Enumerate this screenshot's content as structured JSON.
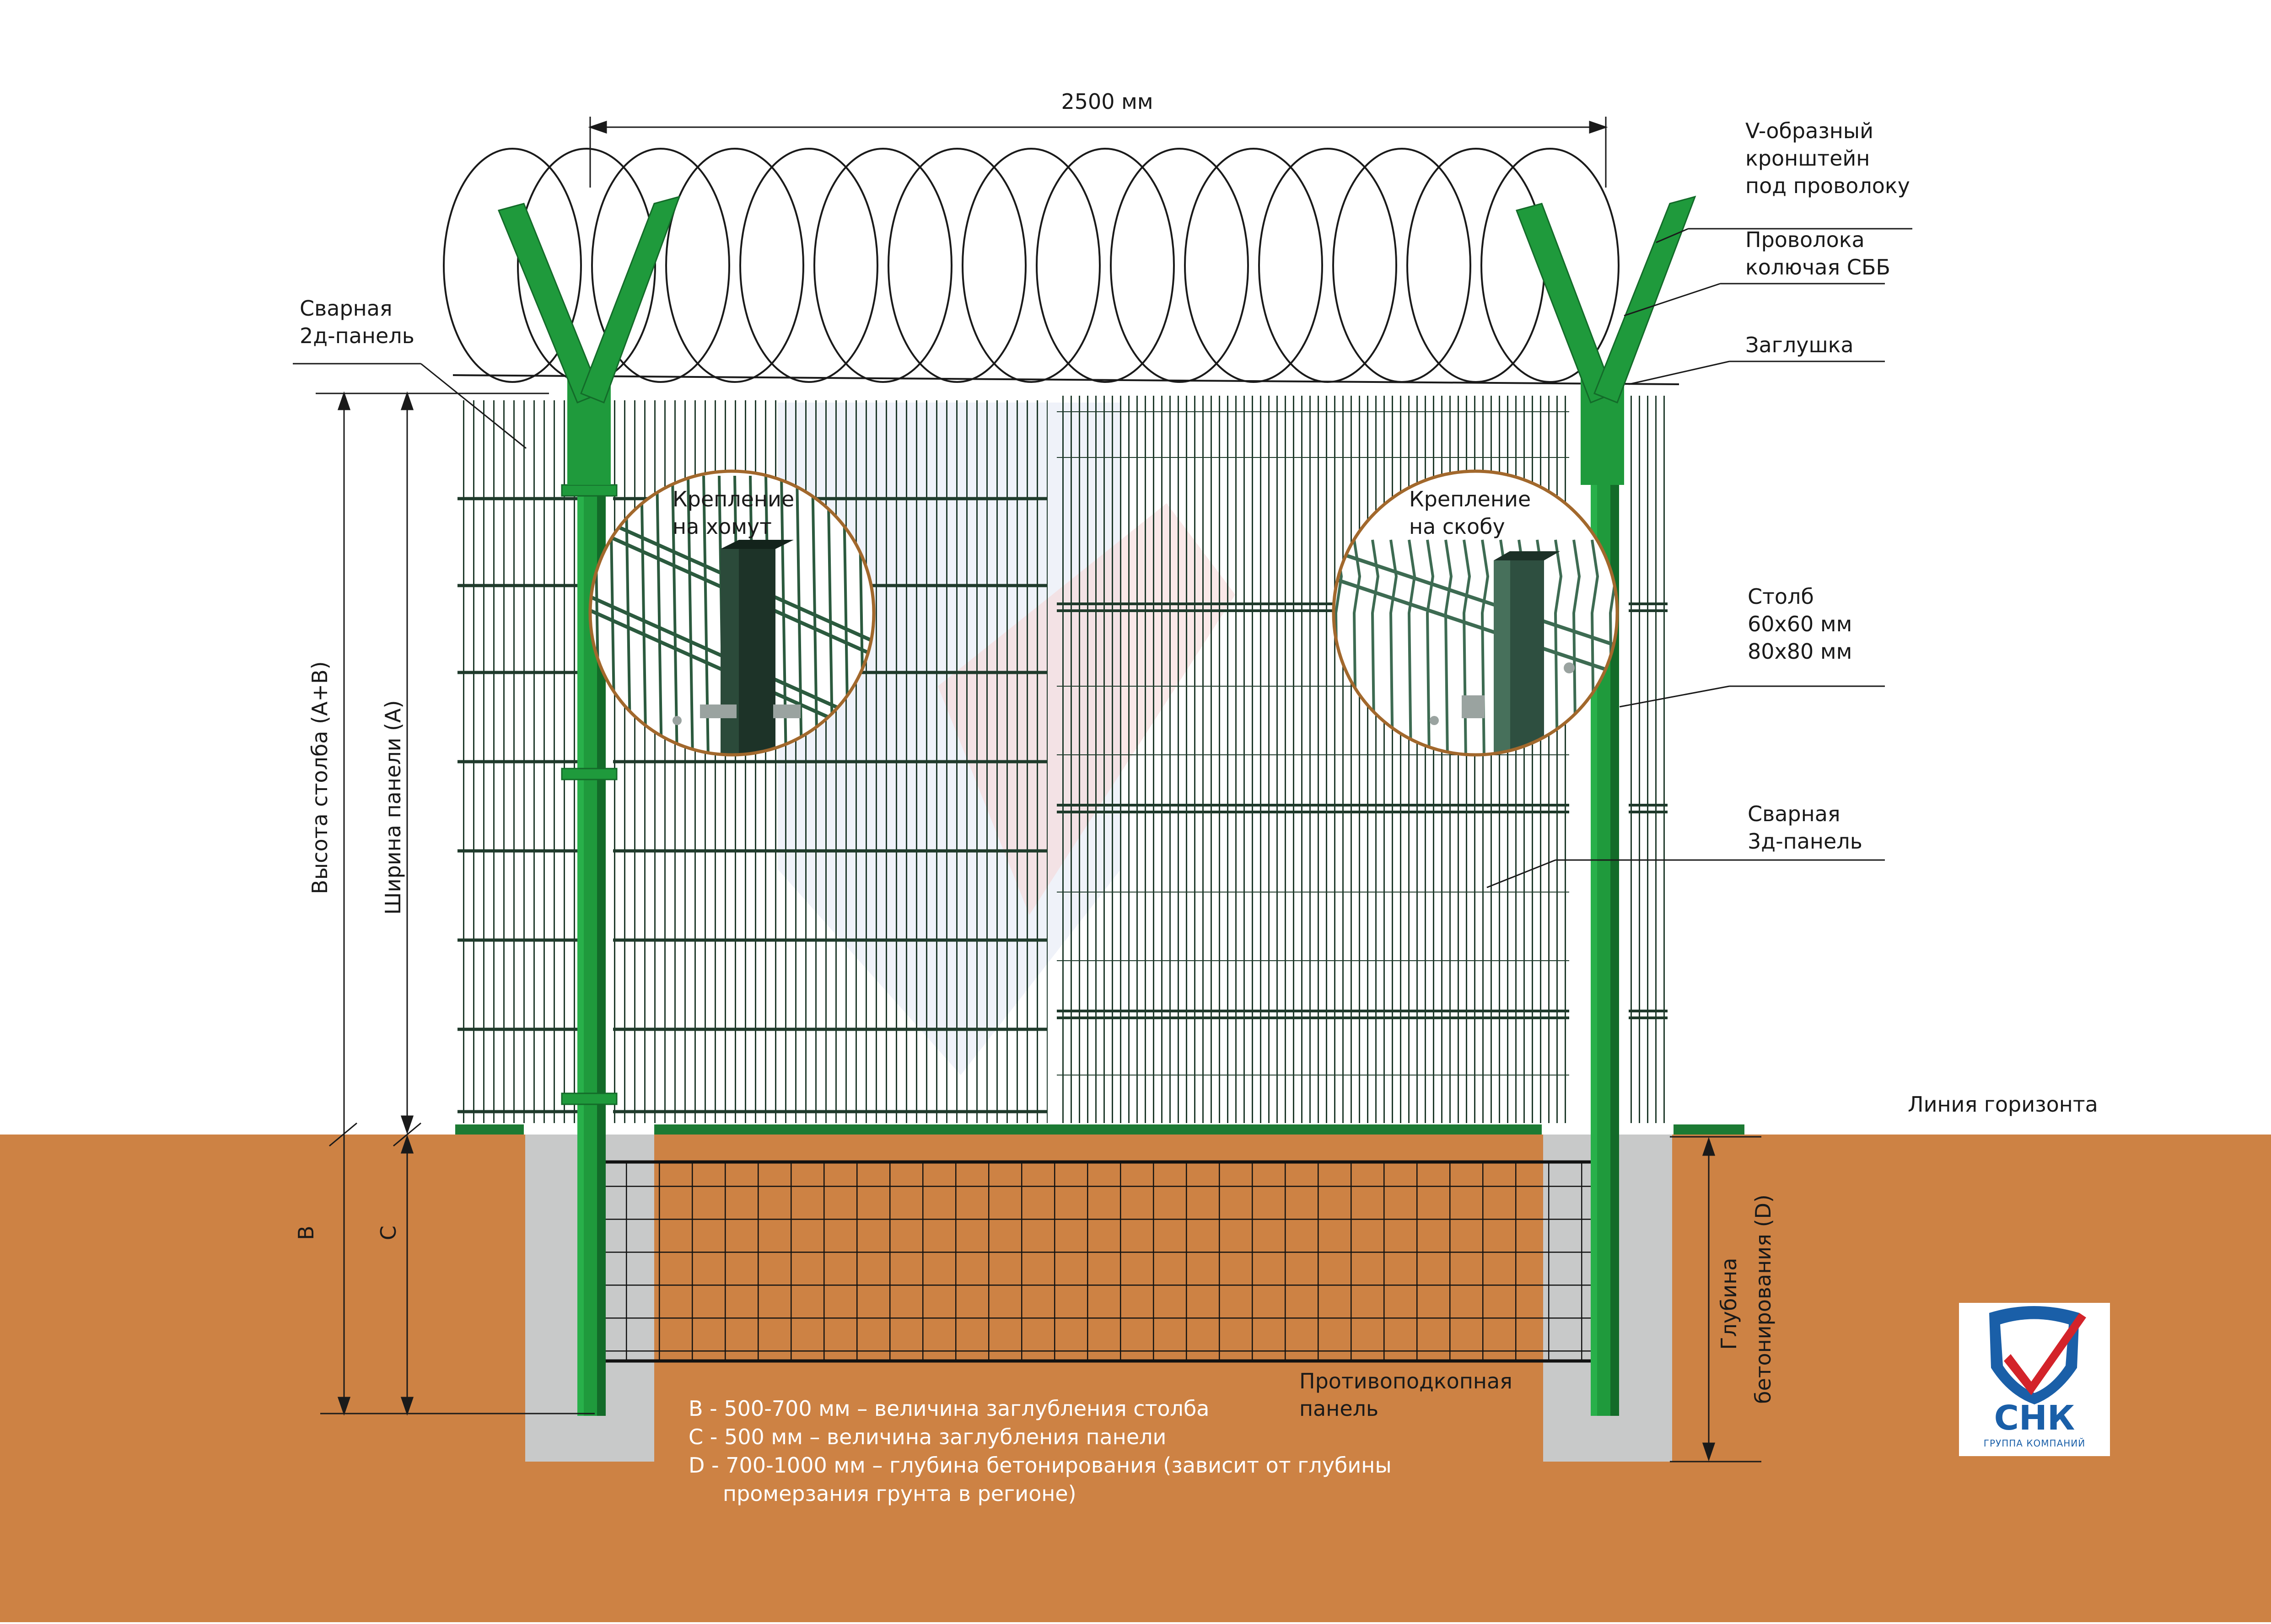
{
  "labels": {
    "width_dim": "2500 мм",
    "v_bracket": [
      "V-образный",
      "кронштейн",
      "под проволоку"
    ],
    "barbed_wire": [
      "Проволока",
      "колючая СББ"
    ],
    "cap": "Заглушка",
    "panel_2d": [
      "Сварная",
      "2д-панель"
    ],
    "clamp_mount": [
      "Крепление",
      "на хомут"
    ],
    "bracket_mount": [
      "Крепление",
      "на скобу"
    ],
    "post": [
      "Столб",
      "60х60 мм",
      "80х80 мм"
    ],
    "panel_3d": [
      "Сварная",
      "3д-панель"
    ],
    "horizon": "Линия горизонта",
    "post_height": "Высота столба (A+B)",
    "panel_width": "Ширина панели (A)",
    "b": "B",
    "c": "C",
    "concrete_depth": [
      "Глубина",
      "бетонирования (D)"
    ],
    "anti_dig": [
      "Противоподкопная",
      "панель"
    ]
  },
  "legend": [
    "B - 500-700 мм – величина заглубления столба",
    "C - 500 мм – величина заглубления панели",
    "D - 700-1000 мм – глубина бетонирования (зависит от глубины",
    "промерзания грунта в регионе)"
  ],
  "brand": {
    "name": "СНК",
    "subtitle": "ГРУППА КОМПАНИЙ"
  },
  "colors": {
    "soil": "#cd8244",
    "concrete": "#c8c9c9",
    "post": "#1f9a3c",
    "post_dark": "#136b29",
    "mesh": "#1f3a2b",
    "wire": "#1a1a1a",
    "brand_blue": "#1a5fa8",
    "brand_red": "#d3232a"
  }
}
